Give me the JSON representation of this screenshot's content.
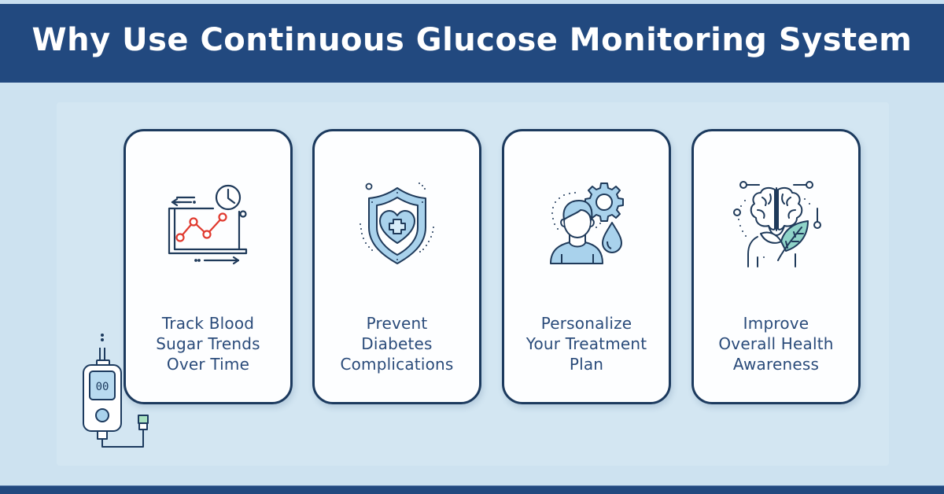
{
  "header": {
    "title": "Why Use Continuous Glucose Monitoring System",
    "background_color": "#22497f",
    "text_color": "#ffffff"
  },
  "colors": {
    "page_background": "#cde2f0",
    "card_background": "#fdfeff",
    "card_border": "#1c3a5e",
    "label_text": "#2a4b7a",
    "icon_stroke": "#1f3a5a",
    "icon_fill_light": "#a9d2ec",
    "accent_red": "#e03a2f",
    "accent_teal": "#8fd3c8"
  },
  "cards": [
    {
      "icon": "trend-chart-clock-icon",
      "label_lines": [
        "Track Blood",
        "Sugar Trends",
        "Over Time"
      ]
    },
    {
      "icon": "shield-heart-cross-icon",
      "label_lines": [
        "Prevent",
        "Diabetes",
        "Complications"
      ]
    },
    {
      "icon": "person-gear-drop-icon",
      "label_lines": [
        "Personalize",
        "Your Treatment",
        "Plan"
      ]
    },
    {
      "icon": "brain-leaf-icon",
      "label_lines": [
        "Improve",
        "Overall Health",
        "Awareness"
      ]
    }
  ],
  "device": {
    "icon": "glucose-meter-icon",
    "display_value": "00"
  }
}
